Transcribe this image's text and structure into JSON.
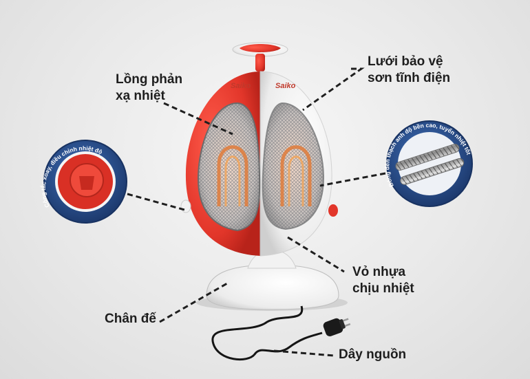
{
  "brand": "Saiko",
  "labels": {
    "reflector_line1": "Lồng phản",
    "reflector_line2": "xạ nhiệt",
    "grille_line1": "Lưới bảo vệ",
    "grille_line2": "sơn tĩnh điện",
    "casing_line1": "Vỏ nhựa",
    "casing_line2": "chịu nhiệt",
    "base": "Chân đế",
    "cord": "Dây nguồn"
  },
  "callouts": {
    "switch_text": "Công tắc xoay, điều chỉnh nhiệt độ",
    "bulb_text": "Bóng đèn thạch anh độ bền cao, tuyển nhiệt tốt"
  },
  "colors": {
    "body_red": "#e2362a",
    "body_white": "#f4f4f4",
    "badge_blue": "#2a4f8c",
    "line": "#222222"
  }
}
